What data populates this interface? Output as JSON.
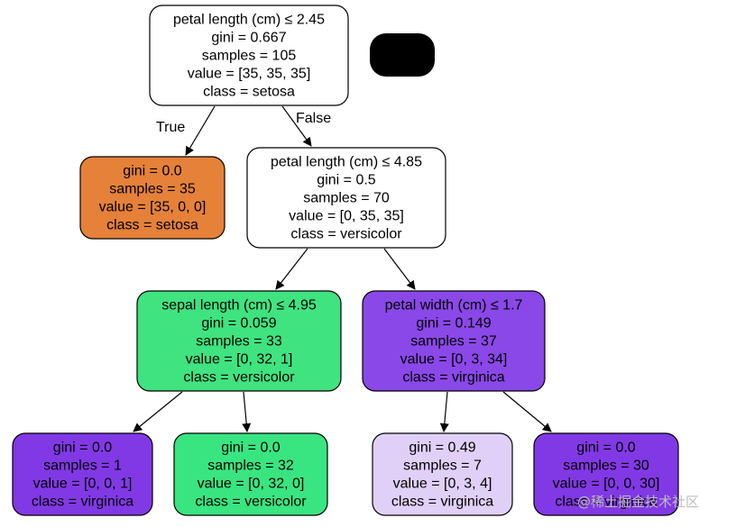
{
  "colors": {
    "white": "#ffffff",
    "setosa": "#e58139",
    "versicolor_dark": "#3fe37f",
    "versicolor_pure": "#39e581",
    "virginica_deep": "#8a48e8",
    "virginica_pure": "#8139e5",
    "virginica_light": "#e0d0f8",
    "badge": "#000000"
  },
  "edge_labels": {
    "true_label": "True",
    "false_label": "False"
  },
  "watermark": "@稀土掘金技术社区",
  "nodes": [
    {
      "id": "n0",
      "fill": "#ffffff",
      "lines": [
        "petal length (cm) ≤ 2.45",
        "gini = 0.667",
        "samples = 105",
        "value = [35, 35, 35]",
        "class = setosa"
      ]
    },
    {
      "id": "n1",
      "fill": "#e58139",
      "lines": [
        "gini = 0.0",
        "samples = 35",
        "value = [35, 0, 0]",
        "class = setosa"
      ]
    },
    {
      "id": "n2",
      "fill": "#ffffff",
      "lines": [
        "petal length (cm) ≤ 4.85",
        "gini = 0.5",
        "samples = 70",
        "value = [0, 35, 35]",
        "class = versicolor"
      ]
    },
    {
      "id": "n3",
      "fill": "#3fe37f",
      "lines": [
        "sepal length (cm) ≤ 4.95",
        "gini = 0.059",
        "samples = 33",
        "value = [0, 32, 1]",
        "class = versicolor"
      ]
    },
    {
      "id": "n4",
      "fill": "#8a48e8",
      "lines": [
        "petal width (cm) ≤ 1.7",
        "gini = 0.149",
        "samples = 37",
        "value = [0, 3, 34]",
        "class = virginica"
      ]
    },
    {
      "id": "n5",
      "fill": "#8139e5",
      "lines": [
        "gini = 0.0",
        "samples = 1",
        "value = [0, 0, 1]",
        "class = virginica"
      ]
    },
    {
      "id": "n6",
      "fill": "#39e581",
      "lines": [
        "gini = 0.0",
        "samples = 32",
        "value = [0, 32, 0]",
        "class = versicolor"
      ]
    },
    {
      "id": "n7",
      "fill": "#e0d0f8",
      "lines": [
        "gini = 0.49",
        "samples = 7",
        "value = [0, 3, 4]",
        "class = virginica"
      ]
    },
    {
      "id": "n8",
      "fill": "#8139e5",
      "lines": [
        "gini = 0.0",
        "samples = 30",
        "value = [0, 0, 30]",
        "class = virginica"
      ]
    }
  ],
  "edges": [
    {
      "from": "n0",
      "to": "n1",
      "label": "true_label"
    },
    {
      "from": "n0",
      "to": "n2",
      "label": "false_label"
    },
    {
      "from": "n2",
      "to": "n3"
    },
    {
      "from": "n2",
      "to": "n4"
    },
    {
      "from": "n3",
      "to": "n5"
    },
    {
      "from": "n3",
      "to": "n6"
    },
    {
      "from": "n4",
      "to": "n7"
    },
    {
      "from": "n4",
      "to": "n8"
    }
  ]
}
